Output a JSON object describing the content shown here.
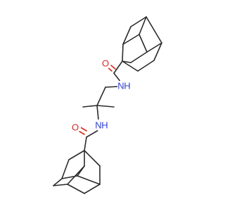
{
  "molecule": {
    "atoms": {
      "o1": {
        "symbol": "O",
        "color": "#d42a1e"
      },
      "n1": {
        "symbol": "N",
        "color": "#2f3fd0"
      },
      "n2": {
        "symbol": "N",
        "color": "#2f3fd0"
      },
      "o2": {
        "symbol": "O",
        "color": "#d42a1e"
      }
    },
    "bond_color": "#2b2b2b"
  }
}
